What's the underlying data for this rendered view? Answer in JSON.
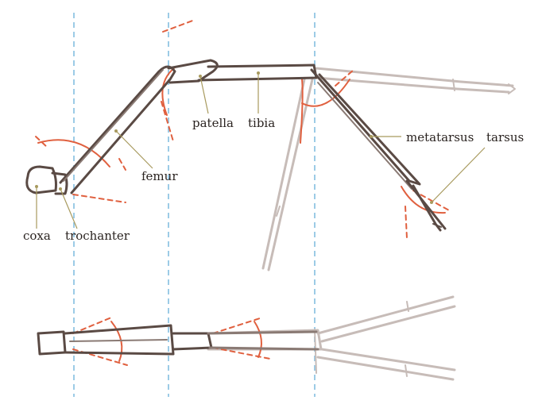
{
  "labels": {
    "coxa": "coxa",
    "trochanter": "trochanter",
    "femur": "femur",
    "patella": "patella",
    "tibia": "tibia",
    "metatarsus": "metatarsus",
    "tarsus": "tarsus"
  },
  "colors": {
    "guide": "#9ccbe6",
    "construction": "#e0603f",
    "segment_dark": "#5a4a44",
    "segment_pale": "#c7bcb8",
    "leader": "#a89a5e"
  }
}
